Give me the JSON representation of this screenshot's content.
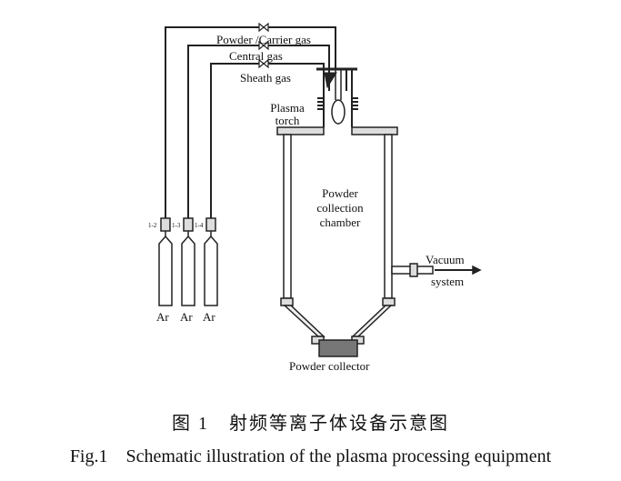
{
  "figure": {
    "labels": {
      "powder_carrier_gas": "Powder /Carrier gas",
      "central_gas": "Central gas",
      "sheath_gas": "Sheath gas",
      "plasma_torch_1": "Plasma",
      "plasma_torch_2": "torch",
      "chamber_1": "Powder",
      "chamber_2": "collection",
      "chamber_3": "chamber",
      "vacuum_1": "Vacuum",
      "vacuum_2": "system",
      "powder_collector": "Powder collector"
    },
    "cylinders": [
      {
        "valve_label": "1-2",
        "gas": "Ar"
      },
      {
        "valve_label": "1-3",
        "gas": "Ar"
      },
      {
        "valve_label": "1-4",
        "gas": "Ar"
      }
    ],
    "colors": {
      "line": "#222222",
      "collector_fill": "#777777"
    }
  },
  "caption": {
    "chinese": "图 1　射频等离子体设备示意图",
    "english": "Fig.1　Schematic illustration of the plasma processing equipment"
  }
}
